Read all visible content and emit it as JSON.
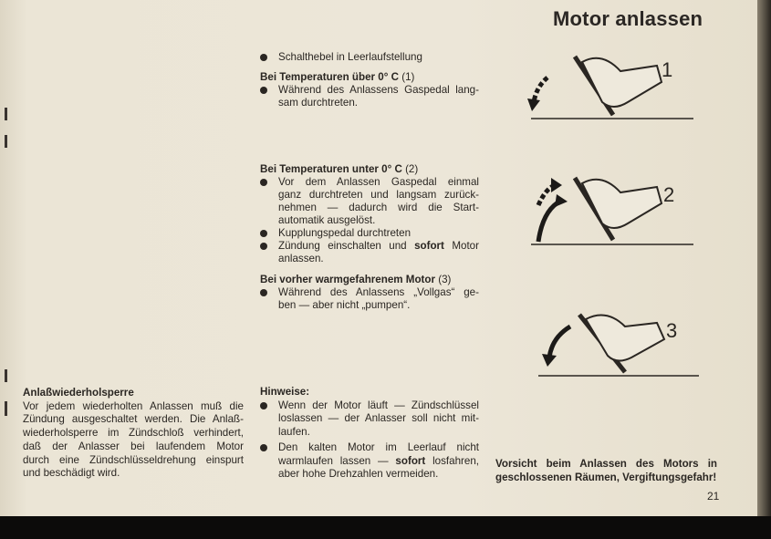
{
  "title": "Motor anlassen",
  "intro": {
    "line": "Schalthebel in Leerlaufstellung"
  },
  "section1": {
    "heading_bold": "Bei Temperaturen über 0° C",
    "heading_num": "(1)",
    "lines": [
      "Während des Anlassens Gaspedal lang-",
      "sam durchtreten."
    ]
  },
  "section2": {
    "heading_bold": "Bei Temperaturen unter 0° C",
    "heading_num": "(2)",
    "b1": [
      "Vor dem Anlassen Gaspedal einmal",
      "ganz durchtreten und langsam zurück-",
      "nehmen — dadurch wird die Start-",
      "automatik ausgelöst."
    ],
    "b2": "Kupplungspedal durchtreten",
    "b3a": "Zündung einschalten und",
    "b3bold": "sofort",
    "b3b": "Motor",
    "b3c": "anlassen."
  },
  "section3": {
    "heading_bold": "Bei vorher warmgefahrenem Motor",
    "heading_num": "(3)",
    "lines": [
      "Während des Anlassens „Vollgas“ ge-",
      "ben — aber nicht „pumpen“."
    ]
  },
  "left": {
    "heading": "Anlaßwiederholsperre",
    "lines": [
      "Vor jedem wiederholten Anlassen muß die",
      "Zündung ausgeschaltet werden. Die Anlaß-",
      "wiederholsperre im Zündschloß verhindert,",
      "daß der Anlasser bei laufendem Motor",
      "durch eine Zündschlüsseldrehung einspurt",
      "und beschädigt wird."
    ]
  },
  "hinweise": {
    "heading": "Hinweise:",
    "b1": [
      "Wenn der Motor läuft — Zündschlüssel",
      "loslassen — der Anlasser soll nicht mit-",
      "laufen."
    ],
    "b2a": "Den kalten Motor im Leerlauf nicht",
    "b2b1": "warmlaufen lassen —",
    "b2bold": "sofort",
    "b2b2": "losfahren,",
    "b2c": "aber hohe Drehzahlen vermeiden."
  },
  "warning": {
    "line1": "Vorsicht beim Anlassen des Motors in",
    "line2": "geschlossenen Räumen, Vergiftungsgefahr!"
  },
  "figures": {
    "labels": [
      "1",
      "2",
      "3"
    ]
  },
  "page_number": "21"
}
